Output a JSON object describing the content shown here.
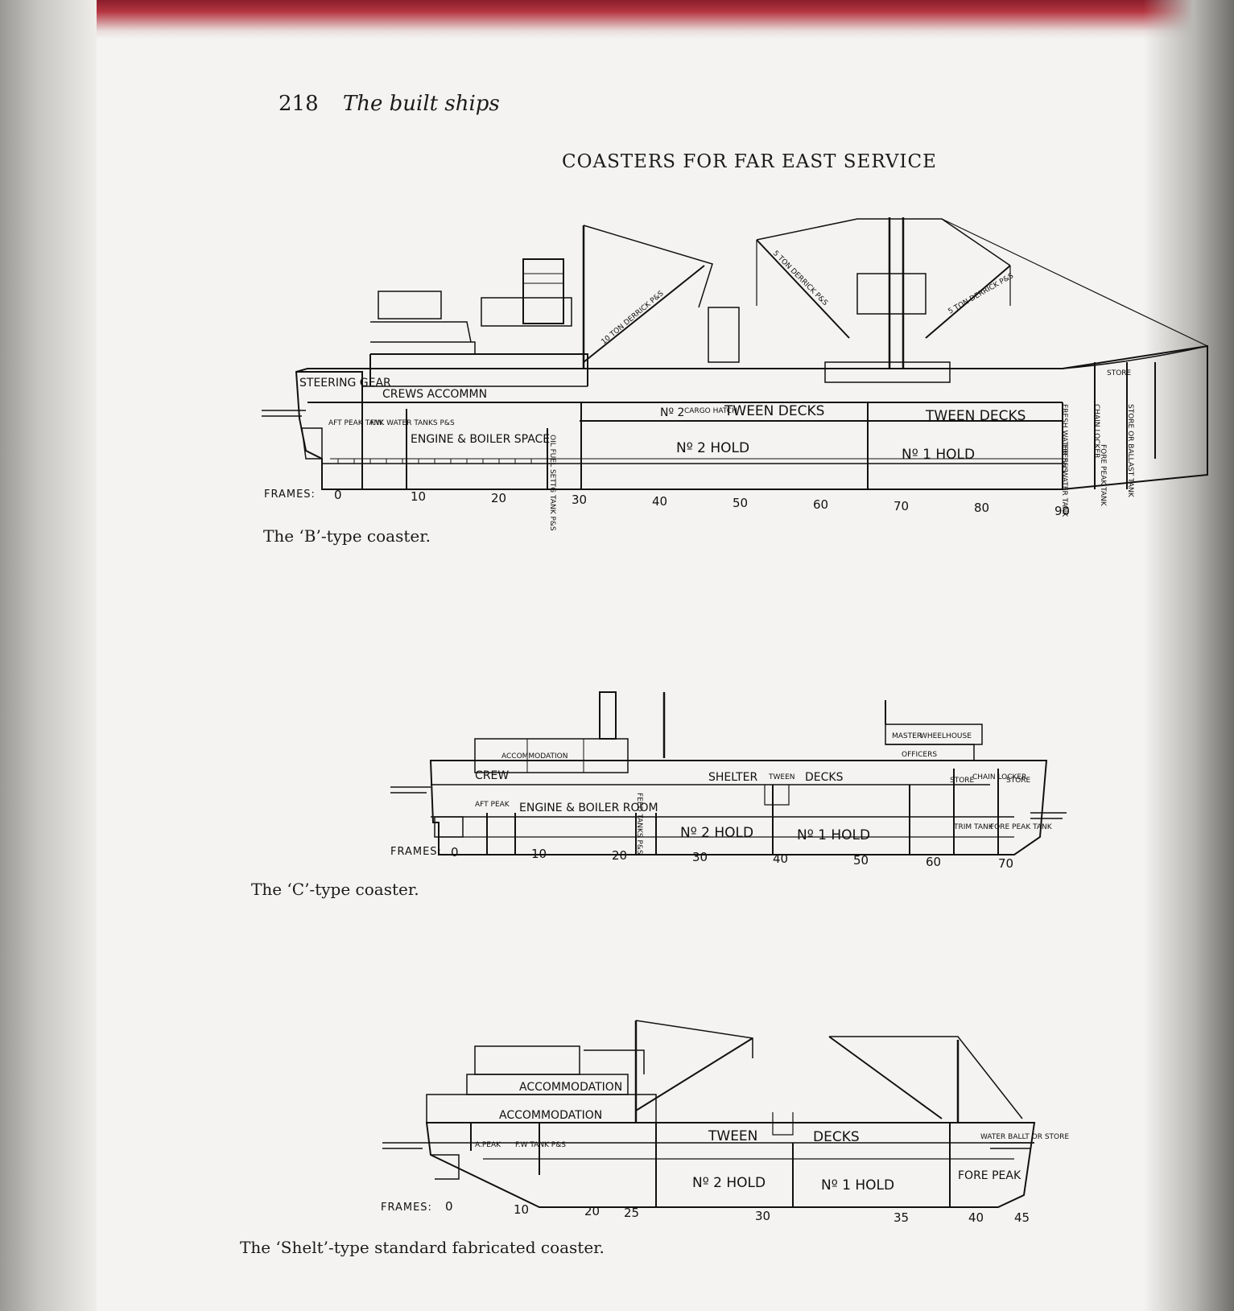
{
  "header": {
    "page_number": "218",
    "running_title": "The built ships"
  },
  "plate_title": "COASTERS FOR FAR EAST SERVICE",
  "frames_label": "FRAMES:",
  "b_type": {
    "caption": "The ‘B’-type coaster.",
    "labels": {
      "steering_gear": "STEERING GEAR",
      "crews_accomm": "CREWS  ACCOMMN",
      "aft_peak_tank": "AFT PEAK TANK",
      "fw_tanks": "F.W. WATER TANKS P&S",
      "engine_boiler": "ENGINE & BOILER SPACE",
      "oil_fuel": "OIL FUEL SETTG TANK P&S",
      "no2": "Nº 2",
      "cargo_hatch": "CARGO HATCH",
      "tween_decks_aft": "TWEEN DECKS",
      "tween_decks_fwd": "TWEEN DECKS",
      "no2_hold": "Nº 2 HOLD",
      "no1_hold": "Nº 1 HOLD",
      "derrick_aft": "10 TON DERRICK P&S",
      "derrick_fwd_a": "5 TON DERRICK P&S",
      "derrick_fwd_b": "5 TON DERRICK P&S",
      "store": "STORE",
      "fresh_water": "FRESH WATER P&S",
      "chain_locker": "CHAIN LOCKER",
      "store_ballast": "STORE OR BALLAST TANK",
      "fresh_water_tank": "FRESH WATER TANK",
      "fore_peak_tank": "FORE PEAK TANK"
    },
    "frames": [
      "0",
      "10",
      "20",
      "30",
      "40",
      "50",
      "60",
      "70",
      "80",
      "90"
    ]
  },
  "c_type": {
    "caption": "The ‘C’-type coaster.",
    "labels": {
      "master": "MASTER",
      "wheelhouse": "WHEELHOUSE",
      "officers": "OFFICERS",
      "accommodation": "ACCOMMODATION",
      "crew": "CREW",
      "shelter": "SHELTER",
      "tween": "TWEEN",
      "decks": "DECKS",
      "store_a": "STORE",
      "chain_locker": "CHAIN LOCKER",
      "store_b": "STORE",
      "aft_peak": "AFT PEAK",
      "engine_boiler": "ENGINE & BOILER ROOM",
      "feed_tanks": "FEED TANKS P&S",
      "no2_hold": "Nº 2 HOLD",
      "no1_hold": "Nº 1 HOLD",
      "trim_tank": "TRIM TANK",
      "fore_peak": "FORE PEAK TANK"
    },
    "frames": [
      "0",
      "10",
      "20",
      "30",
      "40",
      "50",
      "60",
      "70"
    ]
  },
  "shelt_type": {
    "caption": "The ‘Shelt’-type standard fabricated coaster.",
    "labels": {
      "accommodation_upper": "ACCOMMODATION",
      "accommodation_lower": "ACCOMMODATION",
      "tween": "TWEEN",
      "decks": "DECKS",
      "water_ballast": "WATER BALLT OR STORE",
      "a_peak": "A.PEAK",
      "fw_tank": "F.W TANK P&S",
      "no2_hold": "Nº 2 HOLD",
      "no1_hold": "Nº 1 HOLD",
      "fore_peak": "FORE PEAK"
    },
    "frames": [
      "0",
      "10",
      "20",
      "25",
      "30",
      "35",
      "40",
      "45"
    ]
  }
}
